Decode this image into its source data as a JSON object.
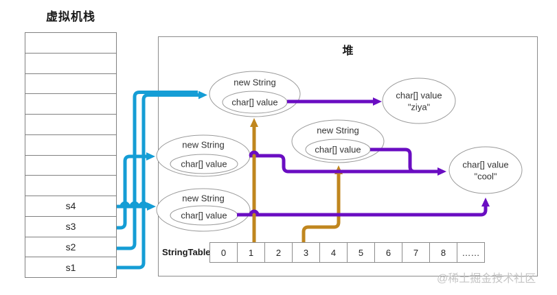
{
  "stack": {
    "title": "虚拟机栈",
    "rows": [
      "",
      "",
      "",
      "",
      "",
      "",
      "",
      "",
      "s4",
      "s3",
      "s2",
      "s1"
    ]
  },
  "heap": {
    "title": "堆",
    "nodes": {
      "string_top": {
        "label": "new String",
        "field": "char[] value"
      },
      "string_mid": {
        "label": "new String",
        "field": "char[] value"
      },
      "string_bottom": {
        "label": "new String",
        "field": "char[] value"
      },
      "string_center": {
        "label": "new String",
        "field": "char[] value"
      },
      "char_ziya": {
        "label": "char[] value",
        "value": "\"ziya\""
      },
      "char_cool": {
        "label": "char[] value",
        "value": "\"cool\""
      }
    },
    "string_table": {
      "label": "StringTable",
      "cells": [
        "0",
        "1",
        "2",
        "3",
        "4",
        "5",
        "6",
        "7",
        "8",
        "……"
      ]
    }
  },
  "watermark": "@稀土掘金技术社区",
  "colors": {
    "stack_reference": "#159DD5",
    "heap_reference": "#6A0DC2",
    "intern_reference": "#C0861E"
  }
}
